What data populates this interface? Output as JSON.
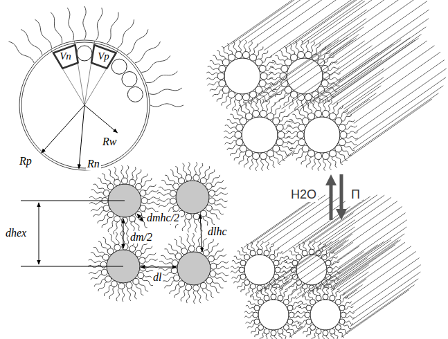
{
  "diagram": {
    "nodes": [
      {
        "text": [
          "Vn"
        ]
      },
      {
        "text": [
          "Vp"
        ]
      }
    ],
    "labels": [
      "Rw",
      "Rp",
      "Rn",
      "dhex",
      "dmhc/2",
      "dm/2",
      "dlhc",
      "dl",
      "H2O",
      "Π"
    ]
  }
}
